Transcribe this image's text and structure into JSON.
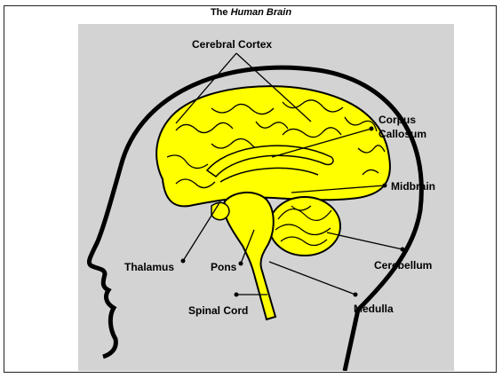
{
  "title": {
    "prefix": "The ",
    "emphasis": "Human Brain"
  },
  "colors": {
    "background": "#d3d3d3",
    "brain": "#ffff00",
    "outline": "#000000"
  },
  "labels": {
    "cerebral_cortex": "Cerebral Cortex",
    "corpus_line1": "Corpus",
    "corpus_line2": "Callosum",
    "midbrain": "Midbrain",
    "thalamus": "Thalamus",
    "pons": "Pons",
    "cerebellum": "Cerebellum",
    "spinal_cord": "Spinal Cord",
    "medulla": "Medulla"
  }
}
